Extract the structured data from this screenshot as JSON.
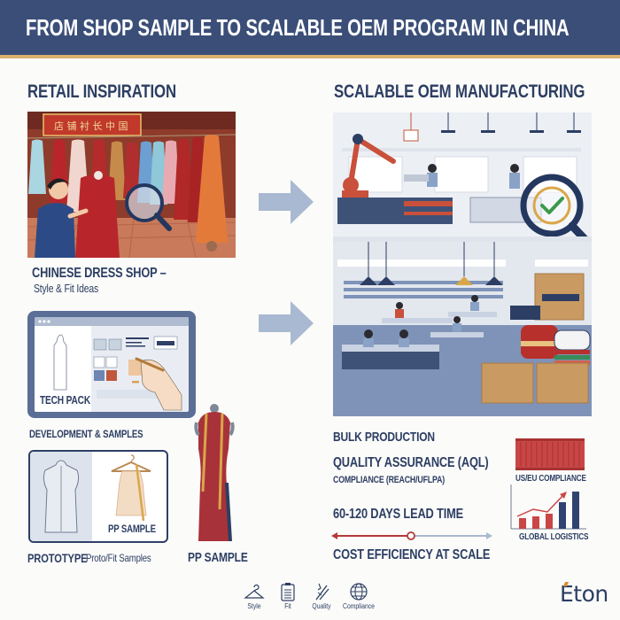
{
  "header": {
    "title": "FROM SHOP SAMPLE TO SCALABLE OEM PROGRAM IN CHINA",
    "background_color": "#3a4e78",
    "accent_stripe_color": "#d9b06c"
  },
  "left_column": {
    "heading": "RETAIL INSPIRATION",
    "shop_image": {
      "icon": "chinese-dress-shop-illustration",
      "caption_line1": "CHINESE DRESS SHOP –",
      "caption_line2": "Style & Fit Ideas"
    },
    "tech_pack": {
      "icon": "tablet-tech-pack-illustration",
      "label": "TECH PACK",
      "caption": "DEVELOPMENT & SAMPLES"
    },
    "prototype_panel": {
      "inner_label": "PP SAMPLE",
      "caption_bold": "PROTOTYPE",
      "caption_regular": "Proto/Fit Samples"
    },
    "pp_sample": {
      "icon": "red-qipao-on-mannequin",
      "caption": "PP SAMPLE"
    }
  },
  "flow_arrows": [
    {
      "icon": "arrow-right-icon",
      "color": "#a9b9d1"
    },
    {
      "icon": "arrow-right-icon",
      "color": "#a9b9d1"
    }
  ],
  "right_column": {
    "heading": "SCALABLE OEM MANUFACTURING",
    "factory_image": {
      "icon": "oem-factory-illustration"
    },
    "bulk_production": "BULK PRODUCTION",
    "quality_assurance": "QUALITY ASSURANCE (AQL)",
    "compliance": "COMPLIANCE (REACH/UFLPA)",
    "lead_time": "60-120 DAYS LEAD TIME",
    "cost_efficiency": "COST EFFICIENCY AT SCALE",
    "container_label": "US/EU COMPLIANCE",
    "chart_label": "GLOBAL LOGISTICS",
    "timeline_colors": {
      "left": "#b33a3a",
      "right": "#a9b9d1"
    }
  },
  "mini_chart": {
    "bars": [
      {
        "value": 12,
        "color": "#c94646"
      },
      {
        "value": 14,
        "color": "#c94646"
      },
      {
        "value": 17,
        "color": "#c94646"
      },
      {
        "value": 30,
        "color": "#2f4270"
      },
      {
        "value": 42,
        "color": "#2f4270"
      }
    ]
  },
  "footer": {
    "icons": [
      {
        "icon": "hanger-icon",
        "label": "Style"
      },
      {
        "icon": "clipboard-icon",
        "label": "Fit"
      },
      {
        "icon": "ruler-pencil-icon",
        "label": "Quality"
      },
      {
        "icon": "globe-icon",
        "label": "Compliance"
      }
    ],
    "logo": "Eton",
    "logo_accent_color": "#e08a2c"
  }
}
